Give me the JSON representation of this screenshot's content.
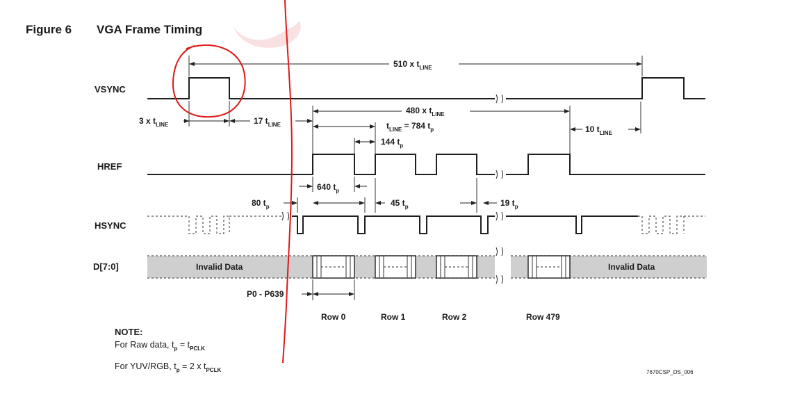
{
  "figure": {
    "label": "Figure 6",
    "title": "VGA Frame Timing"
  },
  "signals": [
    "VSYNC",
    "HREF",
    "HSYNC",
    "D[7:0]"
  ],
  "timing": {
    "frame": {
      "value": "510 x t",
      "sub": "LINE"
    },
    "vsync_width": {
      "value": "3 x t",
      "sub": "LINE"
    },
    "vsync_to_href": {
      "value": "17 t",
      "sub": "LINE"
    },
    "active_lines": {
      "value": "480 x t",
      "sub": "LINE"
    },
    "line_period": {
      "pre": "t",
      "pre_sub": "LINE",
      "value": " = 784 t",
      "sub": "p"
    },
    "href_low": {
      "value": "144 t",
      "sub": "p"
    },
    "post_lines": {
      "value": "10 t",
      "sub": "LINE"
    },
    "href_high": {
      "value": "640 t",
      "sub": "p"
    },
    "hsync_offset": {
      "value": "80 t",
      "sub": "p"
    },
    "hsync_pulse": {
      "value": "45 t",
      "sub": "p"
    },
    "hsync_tail": {
      "value": "19 t",
      "sub": "p"
    }
  },
  "data_labels": {
    "invalid_left": "Invalid Data",
    "invalid_right": "Invalid Data",
    "pixels": "P0 - P639"
  },
  "rows": [
    "Row 0",
    "Row 1",
    "Row 2",
    "Row 479"
  ],
  "note": {
    "heading": "NOTE:",
    "line1": {
      "text": "For Raw data, t",
      "sub1": "p",
      "mid": " = t",
      "sub2": "PCLK"
    },
    "line2": {
      "text": "For YUV/RGB, t",
      "sub1": "p",
      "mid": " = 2 x t",
      "sub2": "PCLK"
    }
  },
  "doc_id": "7670CSP_DS_006",
  "annotation_color": "#e01818"
}
